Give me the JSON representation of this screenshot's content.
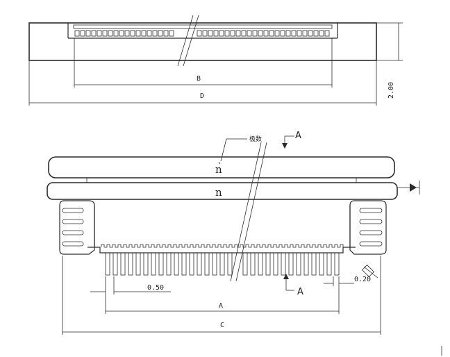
{
  "top_view": {
    "dim_inner": "B",
    "dim_outer": "D",
    "dim_height": "2.00"
  },
  "front_view": {
    "pole_label": "极数",
    "upper_n": "n",
    "lower_n": "n",
    "section_top": "A",
    "section_bottom": "A",
    "pitch": "0.50",
    "pin_width": "0.20",
    "dim_a": "A",
    "dim_c": "C"
  },
  "colors": {
    "line": "#2a2a2a",
    "paper": "#ffffff"
  }
}
